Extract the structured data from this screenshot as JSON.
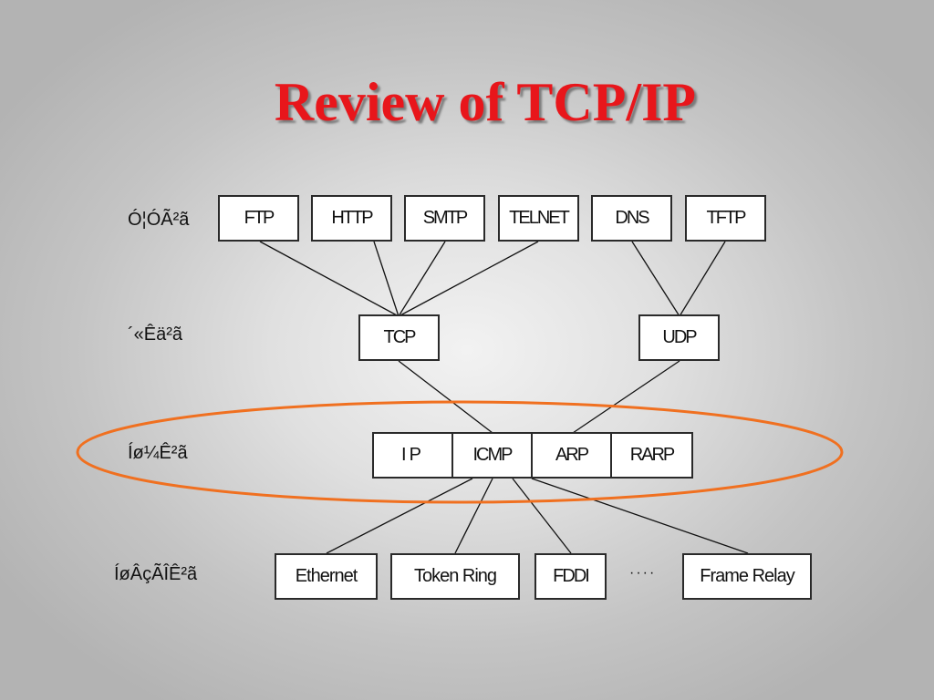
{
  "title": "Review of TCP/IP",
  "layers": {
    "application": "Ó¦ÓÃ²ã",
    "transport": "´«Êä²ã",
    "network": "Íø¼Ê²ã",
    "interface": "ÍøÂçÃÎÊ²ã"
  },
  "application_protocols": [
    "FTP",
    "HTTP",
    "SMTP",
    "TELNET",
    "DNS",
    "TFTP"
  ],
  "transport_protocols": [
    "TCP",
    "UDP"
  ],
  "network_protocols": [
    "IP",
    "ICMP",
    "ARP",
    "RARP"
  ],
  "interface_protocols": [
    "Ethernet",
    "Token Ring",
    "FDDI",
    "Frame Relay"
  ],
  "ellipsis": "····",
  "colors": {
    "title": "#e8161b",
    "highlight_ellipse": "#f07020"
  }
}
